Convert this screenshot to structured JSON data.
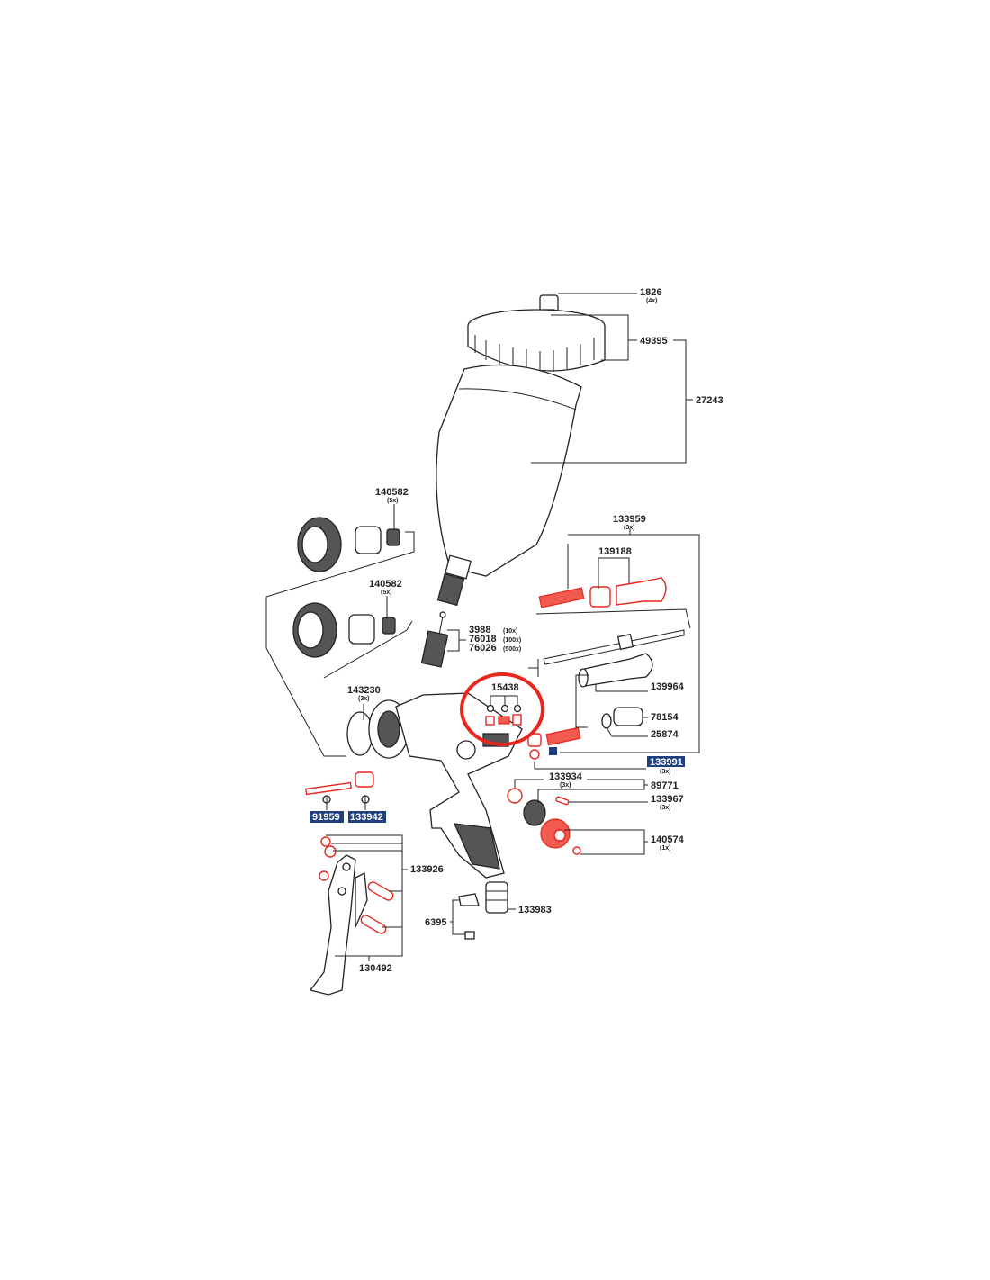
{
  "colors": {
    "highlight_bg": "#1f3f7f",
    "replacement_part": "#e8261e",
    "circle_marker": "#e8261e"
  },
  "labels": {
    "p1826": {
      "num": "1826",
      "qty": "(4x)"
    },
    "p49395": {
      "num": "49395"
    },
    "p27243": {
      "num": "27243"
    },
    "p140582a": {
      "num": "140582",
      "qty": "(5x)"
    },
    "p140582b": {
      "num": "140582",
      "qty": "(5x)"
    },
    "p3988": {
      "num": "3988",
      "qty": "(10x)"
    },
    "p76018": {
      "num": "76018",
      "qty": "(100x)"
    },
    "p76026": {
      "num": "76026",
      "qty": "(500x)"
    },
    "p143230": {
      "num": "143230",
      "qty": "(3x)"
    },
    "p15438": {
      "num": "15438"
    },
    "p133959": {
      "num": "133959",
      "qty": "(3x)"
    },
    "p139188": {
      "num": "139188"
    },
    "p139964": {
      "num": "139964"
    },
    "p78154": {
      "num": "78154"
    },
    "p25874": {
      "num": "25874"
    },
    "p133991": {
      "num": "133991",
      "qty": "(3x)"
    },
    "p133934": {
      "num": "133934",
      "qty": "(3x)"
    },
    "p89771": {
      "num": "89771"
    },
    "p133967": {
      "num": "133967",
      "qty": "(3x)"
    },
    "p140574": {
      "num": "140574",
      "qty": "(1x)"
    },
    "p91959": {
      "num": "91959"
    },
    "p133942": {
      "num": "133942"
    },
    "p133926": {
      "num": "133926"
    },
    "p6395": {
      "num": "6395"
    },
    "p133983": {
      "num": "133983"
    },
    "p130492": {
      "num": "130492"
    }
  }
}
